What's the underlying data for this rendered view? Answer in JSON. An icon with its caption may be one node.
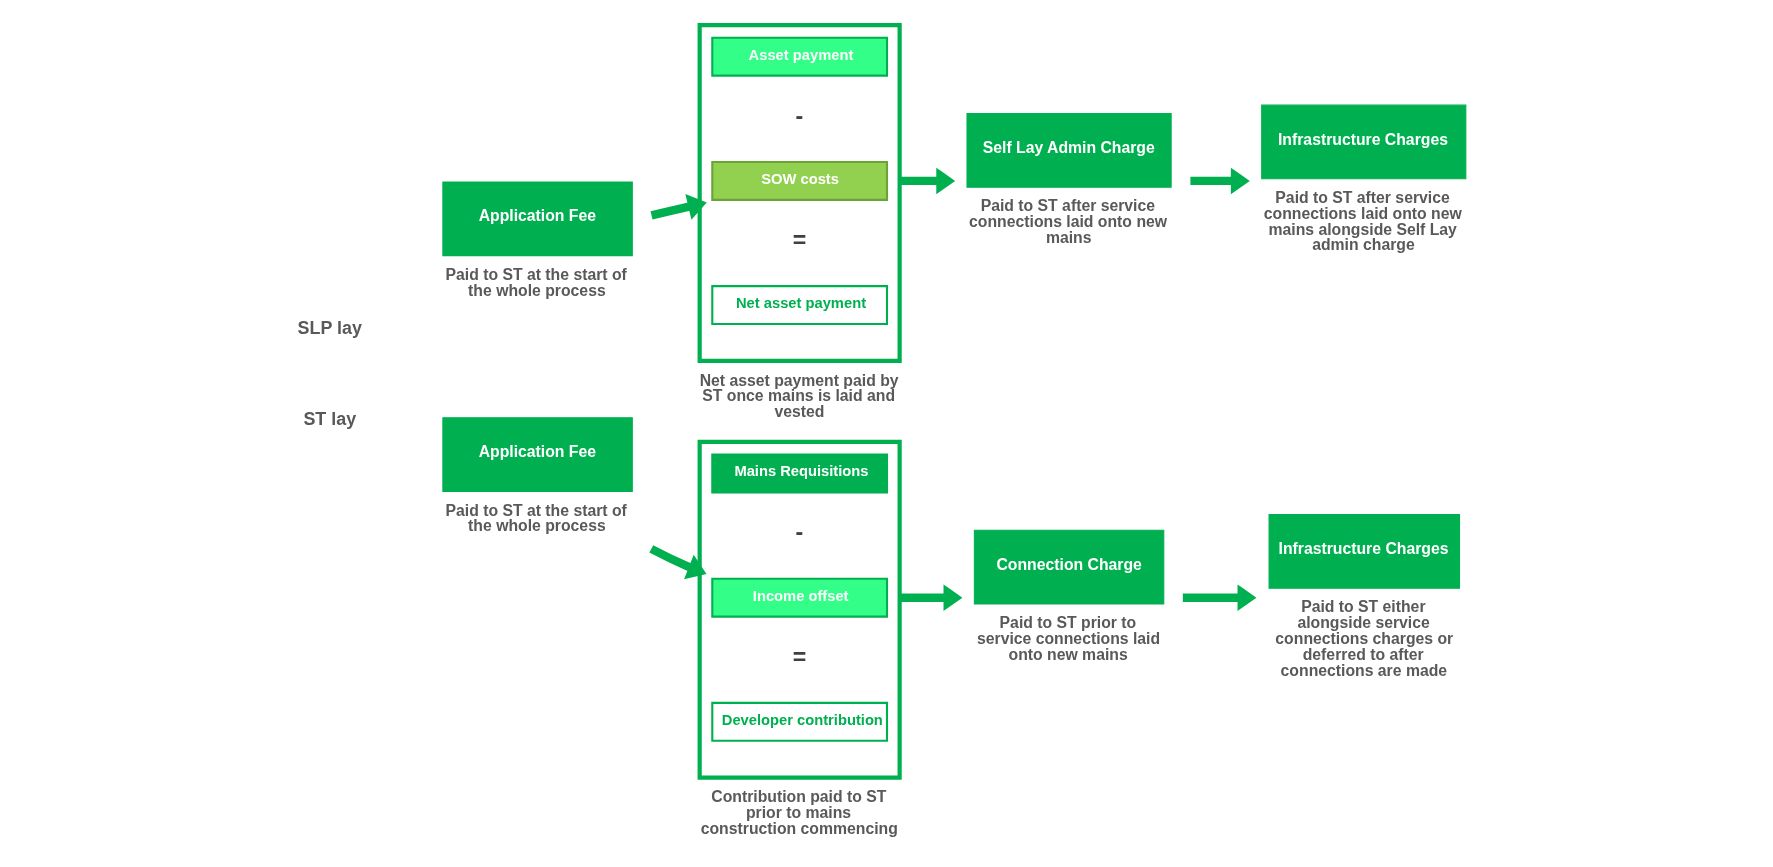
{
  "diagram": {
    "nodes": [
      {
        "text": [
          "Application Fee"
        ],
        "beside": [
          "Paid to ST at the start of the whole process"
        ]
      },
      {
        "text": [],
        "shape": "box",
        "beside": [
          "Contribution paid to ST prior to mains construction commencing"
        ]
      },
      {
        "text": [
          "Mains Requisitions"
        ],
        "in": 1
      },
      {
        "text": [
          "Income offset"
        ],
        "in": 1
      },
      {
        "text": [
          "Developer contribution"
        ],
        "in": 1
      },
      {
        "text": [
          "Connection Charge"
        ],
        "beside": [
          "Paid to ST prior to service connections laid onto new mains"
        ]
      },
      {
        "text": [
          "Infrastructure Charges"
        ],
        "beside": [
          "Paid to ST either alongside service connections charges or deferred to after connections are made"
        ]
      },
      {
        "text": [
          "Application Fee"
        ],
        "beside": [
          "Paid to ST at the start of the whole process"
        ]
      },
      {
        "text": [],
        "shape": "box",
        "beside": [
          "Net asset payment paid by ST once mains is laid and vested"
        ]
      },
      {
        "text": [
          "Asset payment"
        ],
        "in": 8
      },
      {
        "text": [
          "SOW costs"
        ],
        "in": 8
      },
      {
        "text": [
          "Net asset payment"
        ],
        "in": 8
      },
      {
        "text": [
          "Self Lay Admin Charge"
        ],
        "beside": [
          "Paid to ST after service connections laid onto new mains"
        ]
      },
      {
        "text": [
          "Infrastructure Charges"
        ],
        "beside": [
          "Paid to ST after service connections laid onto new mains alongside Self Lay admin charge"
        ]
      }
    ],
    "edges": [
      {
        "from": 0,
        "to": 1,
        "arrow": "to"
      },
      {
        "from": 1,
        "to": 5,
        "arrow": "to"
      },
      {
        "from": 5,
        "to": 6,
        "arrow": "to"
      },
      {
        "from": 7,
        "to": 8,
        "arrow": "to"
      },
      {
        "from": 8,
        "to": 12,
        "arrow": "to"
      },
      {
        "from": 12,
        "to": 13,
        "arrow": "to"
      }
    ],
    "labels": [
      "ST lay",
      "-",
      "=",
      "SLP lay",
      "-",
      "="
    ]
  }
}
